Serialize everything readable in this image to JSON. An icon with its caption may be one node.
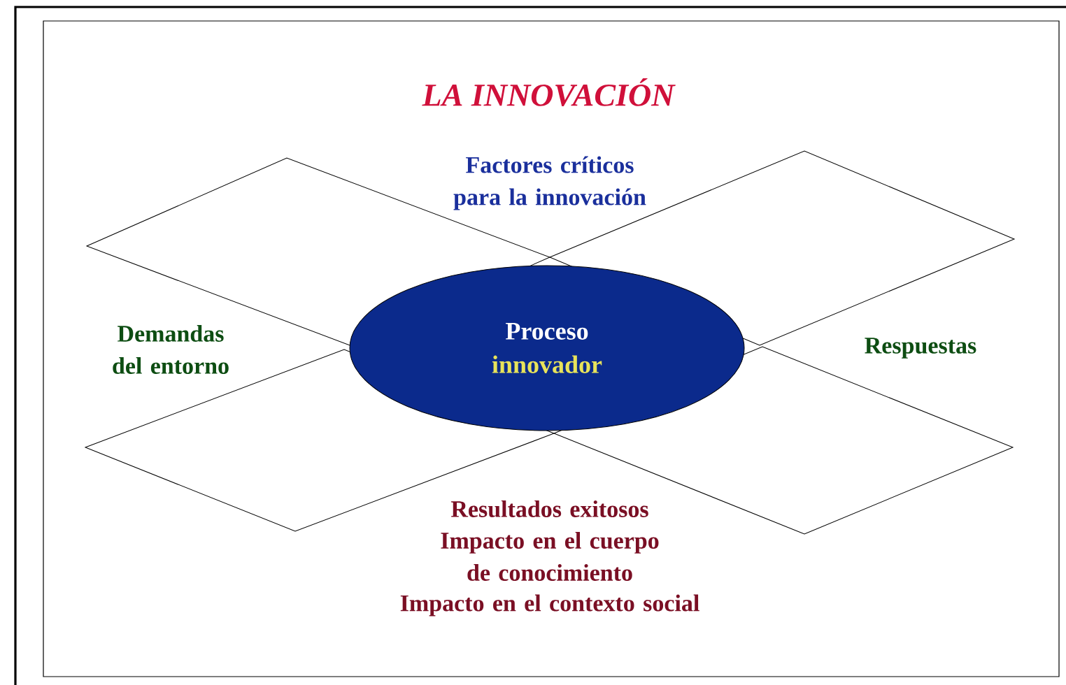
{
  "diagram": {
    "title": "LA INNOVACIÓN",
    "nodes": [
      {
        "text": [
          "Proceso",
          "innovador"
        ]
      },
      {
        "text": [],
        "shape": "diamond"
      },
      {
        "text": [],
        "shape": "diamond"
      },
      {
        "text": [],
        "shape": "diamond"
      },
      {
        "text": [],
        "shape": "diamond"
      }
    ],
    "edges": [],
    "labels": [
      "Factores críticos para la innovación",
      "Demandas del entorno",
      "Respuestas",
      "Resultados exitosos",
      "Impacto en el cuerpo de conocimiento",
      "Impacto en el contexto social"
    ]
  }
}
